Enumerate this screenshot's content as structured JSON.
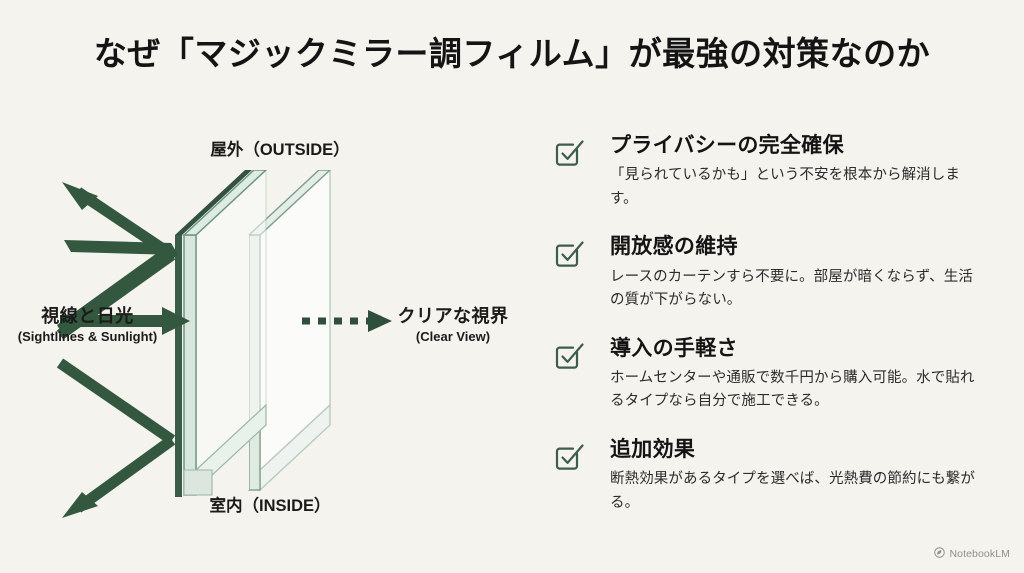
{
  "title": "なぜ「マジックミラー調フィルム」が最強の対策なのか",
  "colors": {
    "background": "#f4f3ee",
    "accent_green": "#3c5c4a",
    "arrow_green": "#33573f",
    "glass_tint": "#d9e6de",
    "text": "#1b1b1b"
  },
  "diagram": {
    "label_outside": "屋外（OUTSIDE）",
    "label_inside": "室内（INSIDE）",
    "label_left_jp": "視線と日光",
    "label_left_en": "(Sightlines & Sunlight)",
    "label_right_jp": "クリアな視界",
    "label_right_en": "(Clear View)",
    "icons": {
      "reflect_up_arrow": "reflected-sightline-up-arrow",
      "reflect_down_arrow": "reflected-sightline-down-arrow",
      "incoming_arrow": "incoming-sightline-arrow",
      "clear_view_arrow": "clear-view-dotted-arrow",
      "glass_panel": "glass-panel-isometric",
      "mirror_film": "mirror-film-layer"
    }
  },
  "benefits": [
    {
      "icon": "checkbox-checked-icon",
      "title": "プライバシーの完全確保",
      "body": "「見られているかも」という不安を根本から解消します。"
    },
    {
      "icon": "checkbox-checked-icon",
      "title": "開放感の維持",
      "body": "レースのカーテンすら不要に。部屋が暗くならず、生活の質が下がらない。"
    },
    {
      "icon": "checkbox-checked-icon",
      "title": "導入の手軽さ",
      "body": "ホームセンターや通販で数千円から購入可能。水で貼れるタイプなら自分で施工できる。"
    },
    {
      "icon": "checkbox-checked-icon",
      "title": "追加効果",
      "body": "断熱効果があるタイプを選べば、光熱費の節約にも繋がる。"
    }
  ],
  "watermark": {
    "icon": "notebooklm-logo-icon",
    "label": "NotebookLM"
  }
}
